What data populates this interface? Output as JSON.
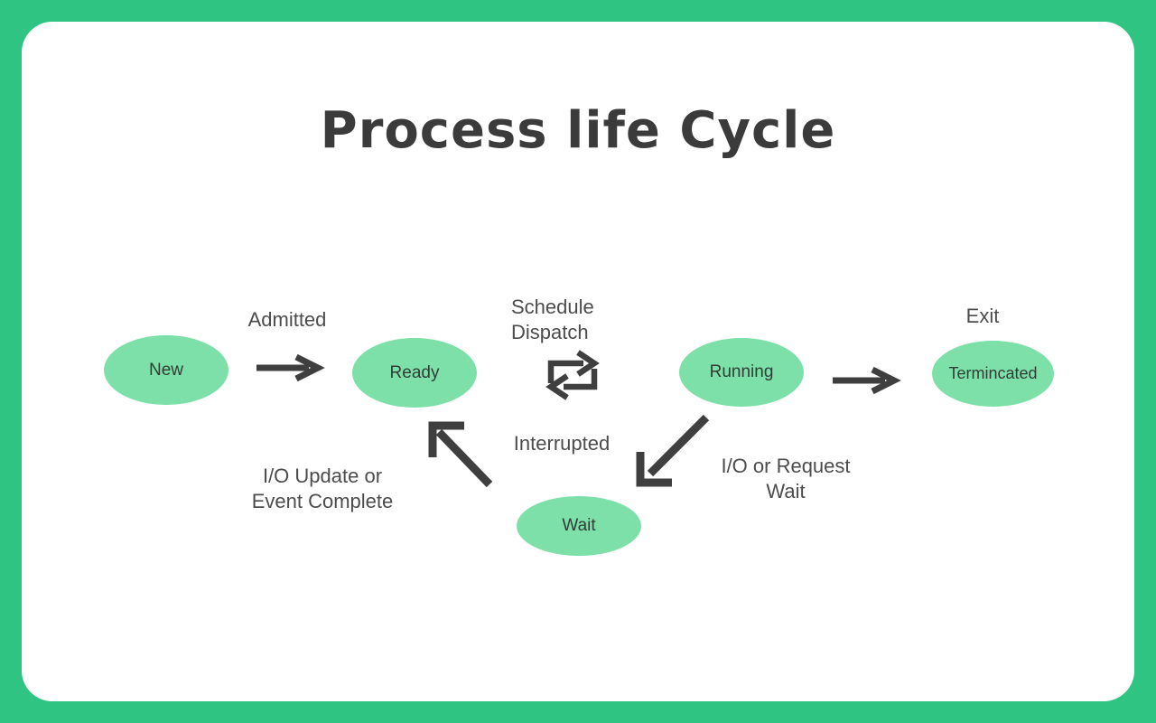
{
  "title": "Process life Cycle",
  "colors": {
    "frame": "#2fc482",
    "node_fill": "#7de0a9",
    "arrow": "#3f3f3f",
    "title_text": "#3b3b3b",
    "label_text": "#4c4c4c",
    "node_text": "#2f3d36"
  },
  "nodes": {
    "new": {
      "label": "New"
    },
    "ready": {
      "label": "Ready"
    },
    "running": {
      "label": "Running"
    },
    "terminated": {
      "label": "Termincated"
    },
    "wait": {
      "label": "Wait"
    }
  },
  "transitions": {
    "admitted": {
      "label": "Admitted"
    },
    "schedule_dispatch": {
      "line1": "Schedule",
      "line2": "Dispatch"
    },
    "exit": {
      "label": "Exit"
    },
    "interrupted": {
      "label": "Interrupted"
    },
    "io_update": {
      "line1": "I/O Update or",
      "line2": "Event Complete"
    },
    "io_request": {
      "line1": "I/O or Request",
      "line2": "Wait"
    }
  },
  "icons": {
    "arrow_right": "right-arrow",
    "loop": "cycle-arrows",
    "arrow_up_left": "up-left-arrow",
    "arrow_down_left": "down-left-arrow"
  }
}
